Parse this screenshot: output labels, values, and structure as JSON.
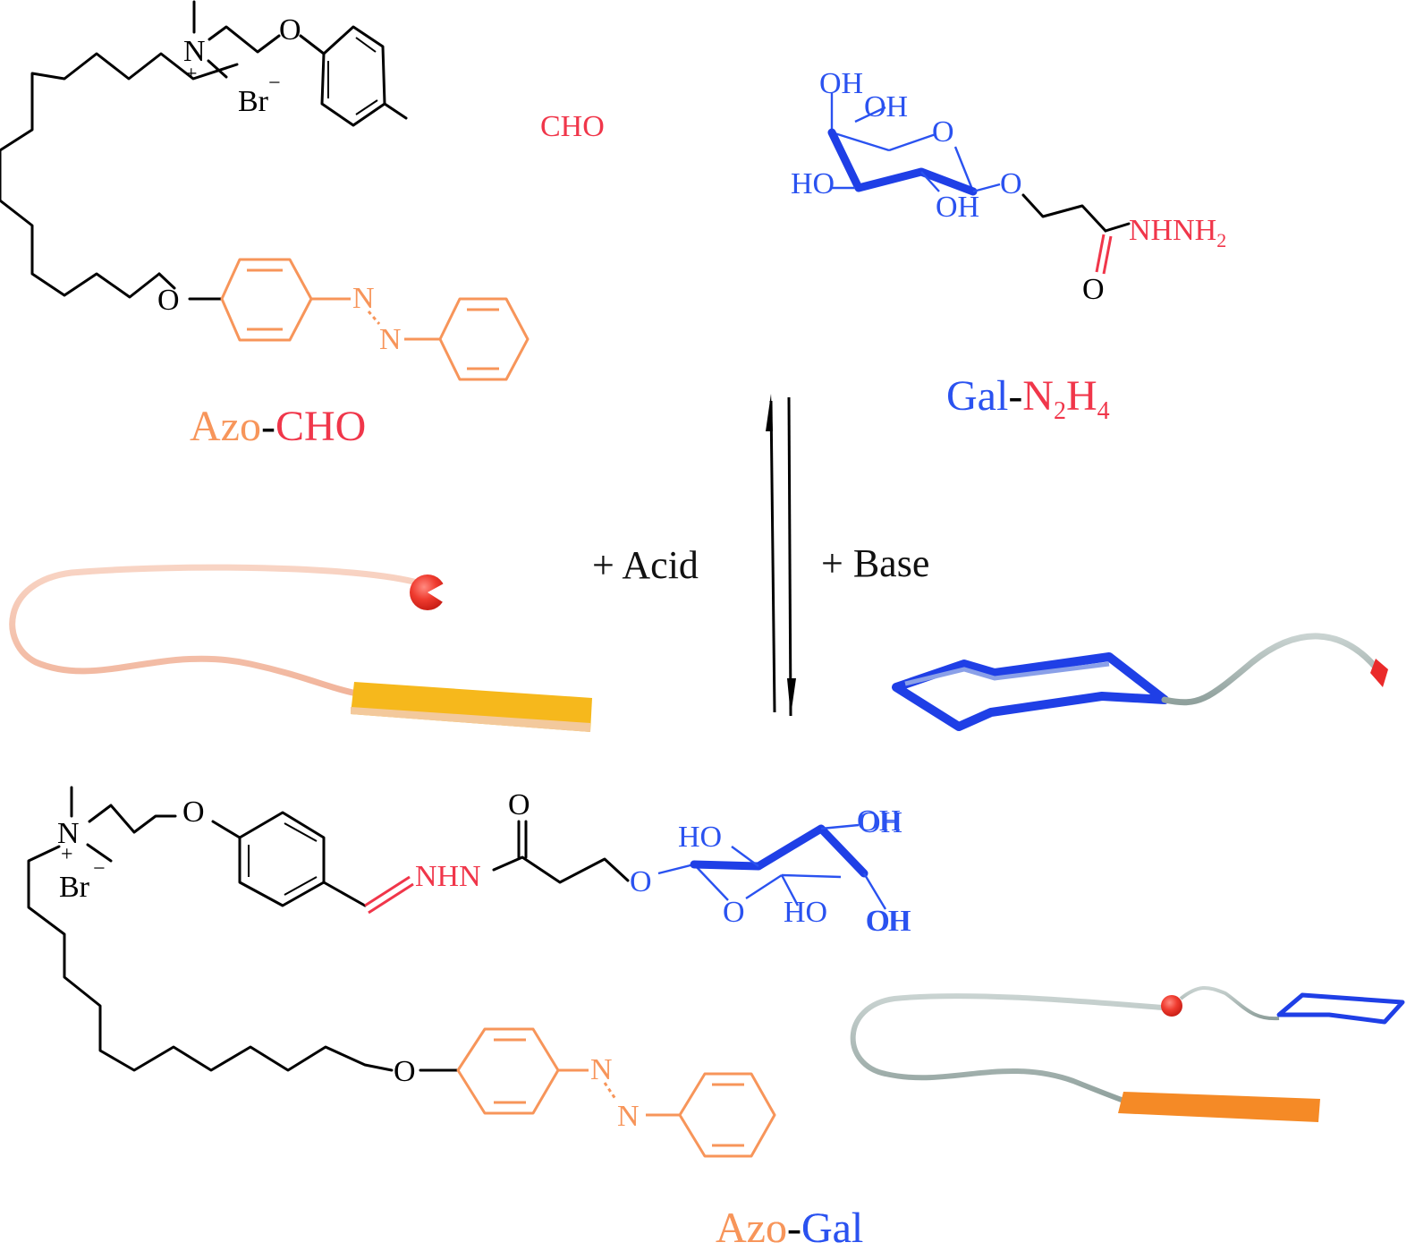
{
  "colors": {
    "black": "#000000",
    "azo_orange": "#f7955a",
    "aldehyde_red": "#f0364a",
    "gal_blue": "#2a52f0",
    "cartoon_peach": "#f5c7b4",
    "cartoon_gray": "#a9b8b4",
    "cartoon_yellow": "#f6b81c",
    "cartoon_orange": "#f58a26",
    "cartoon_red": "#ea2a2a"
  },
  "azo_cho": {
    "name_part1": "Azo",
    "name_sep": "-",
    "name_part2": "CHO",
    "atoms": {
      "nitrogen": "N",
      "charge_plus": "+",
      "bromide": "Br",
      "charge_minus": "−",
      "ether_o1": "O",
      "aldehyde": "CHO",
      "ether_o2": "O",
      "azo_n1": "N",
      "azo_n2": "N"
    }
  },
  "gal_n2h4": {
    "name_part1": "Gal",
    "name_sep": "-",
    "name_part2_main": "N",
    "name_part2_sub1": "2",
    "name_part2_h": "H",
    "name_part2_sub2": "4",
    "atoms": {
      "oh_top": "OH",
      "oh_ch2": "OH",
      "ring_o": "O",
      "ho_left": "HO",
      "oh_bottom": "OH",
      "glyco_o": "O",
      "hydrazide": "NHNH",
      "hydrazide_sub": "2",
      "carbonyl_o": "O"
    }
  },
  "conditions": {
    "forward": "+ Acid",
    "reverse": "+ Base"
  },
  "azo_gal": {
    "name_part1": "Azo",
    "name_sep": "-",
    "name_part2": "Gal",
    "atoms": {
      "nitrogen": "N",
      "charge_plus": "+",
      "bromide": "Br",
      "charge_minus": "−",
      "ether_o1": "O",
      "hydrazone": "NHN",
      "carbonyl_o": "O",
      "glyco_o": "O",
      "ho_a": "HO",
      "oh_a": "OH",
      "ring_o": "O",
      "ho_b": "HO",
      "oh_b": "OH",
      "ether_o2": "O",
      "azo_n1": "N",
      "azo_n2": "N"
    }
  }
}
